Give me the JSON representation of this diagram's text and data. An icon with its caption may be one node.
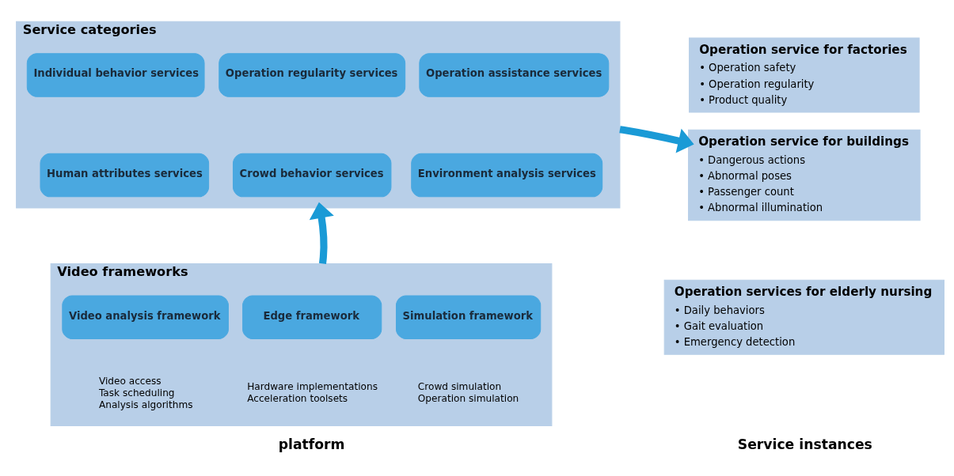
{
  "diagram": {
    "nodes": [
      {
        "text": [
          "Service categories"
        ]
      },
      {
        "text": [
          "Individual behavior services"
        ],
        "in": 0
      },
      {
        "text": [
          "Operation regularity services"
        ],
        "in": 0
      },
      {
        "text": [
          "Operation assistance services"
        ],
        "in": 0
      },
      {
        "text": [
          "Human attributes services"
        ],
        "in": 0
      },
      {
        "text": [
          "Crowd behavior services"
        ],
        "in": 0
      },
      {
        "text": [
          "Environment analysis services"
        ],
        "in": 0
      },
      {
        "text": [
          "Video frameworks"
        ]
      },
      {
        "text": [
          "Video analysis framework"
        ],
        "in": 7,
        "beside": [
          "Video access",
          "Task scheduling",
          "Analysis algorithms"
        ]
      },
      {
        "text": [
          "Edge framework"
        ],
        "in": 7,
        "beside": [
          "Hardware implementations",
          "Acceleration toolsets"
        ]
      },
      {
        "text": [
          "Simulation framework"
        ],
        "in": 7,
        "beside": [
          "Crowd simulation",
          "Operation simulation"
        ]
      },
      {
        "text": [
          "Operation service for factories",
          "• Operation safety",
          "• Operation regularity",
          "• Product quality"
        ]
      },
      {
        "text": [
          "Operation service for buildings",
          "• Dangerous actions",
          "• Abnormal poses",
          "• Passenger count",
          "• Abnormal illumination"
        ]
      },
      {
        "text": [
          "Operation services for elderly nursing",
          "• Daily behaviors",
          "• Gait evaluation",
          "• Emergency detection"
        ]
      }
    ],
    "edges": [
      {
        "from": 7,
        "to": 0,
        "arrow": "to"
      },
      {
        "from": 0,
        "to": 12,
        "arrow": "to"
      }
    ],
    "labels": [
      "platform",
      "Service instances"
    ]
  }
}
